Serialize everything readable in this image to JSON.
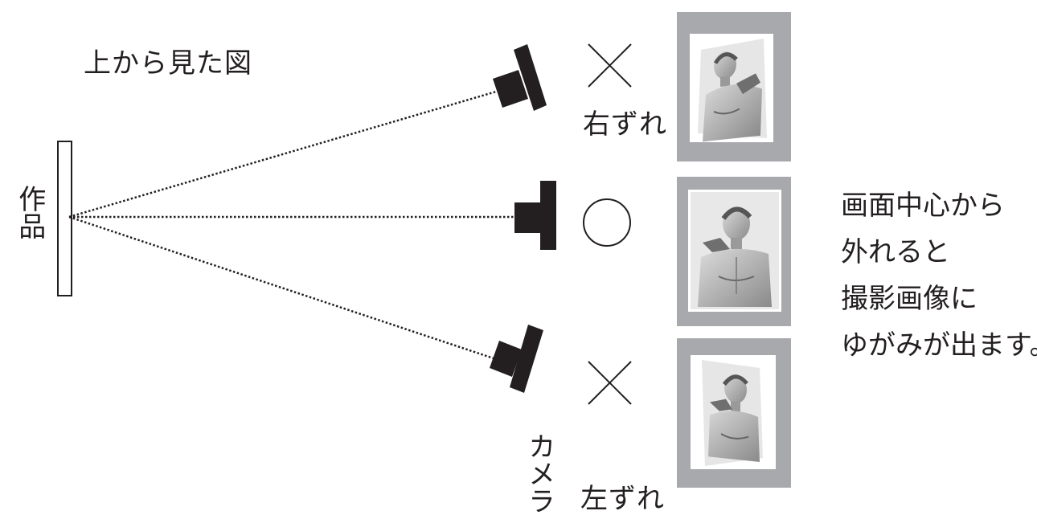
{
  "title": "上から見た図",
  "artwork_label": "作品",
  "camera_label": "カメラ",
  "positions": {
    "right_shift": {
      "mark": "×",
      "label": "右ずれ"
    },
    "center": {
      "mark": "○",
      "label": ""
    },
    "left_shift": {
      "mark": "×",
      "label": "左ずれ"
    }
  },
  "note_lines": [
    "画面中心から",
    "外れると",
    "撮影画像に",
    "ゆがみが出ます。"
  ],
  "colors": {
    "ink": "#231f20",
    "frame": "#a7a9ac",
    "photo_bg": "#ffffff"
  }
}
